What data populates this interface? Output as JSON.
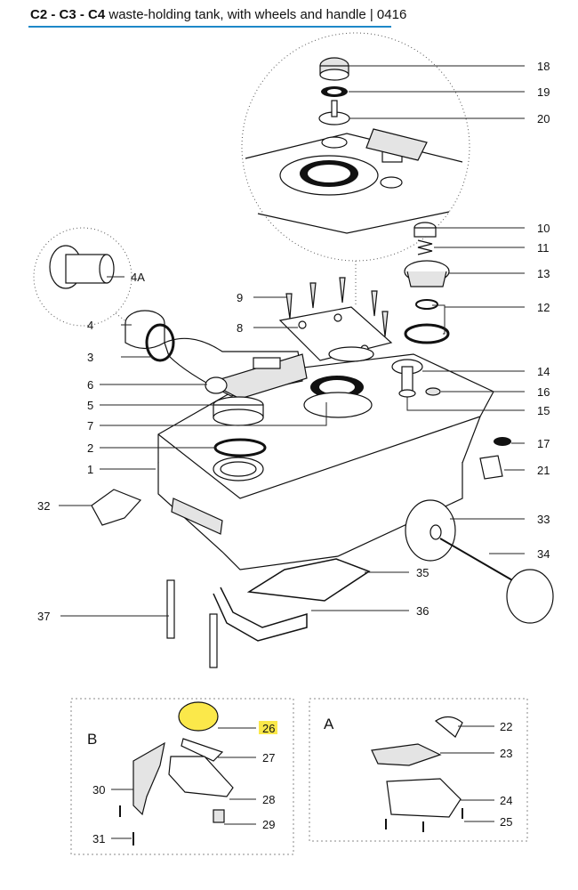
{
  "title": {
    "bold": "C2 - C3 - C4",
    "text": " waste-holding tank, with wheels and handle | 0416"
  },
  "colors": {
    "rule": "#1e88c8",
    "highlight": "#fbe84a"
  },
  "highlighted_part": "26",
  "callouts": [
    {
      "id": "18"
    },
    {
      "id": "19"
    },
    {
      "id": "20"
    },
    {
      "id": "4A"
    },
    {
      "id": "10"
    },
    {
      "id": "11"
    },
    {
      "id": "13"
    },
    {
      "id": "12"
    },
    {
      "id": "9"
    },
    {
      "id": "8"
    },
    {
      "id": "4"
    },
    {
      "id": "3"
    },
    {
      "id": "6"
    },
    {
      "id": "5"
    },
    {
      "id": "7"
    },
    {
      "id": "2"
    },
    {
      "id": "1"
    },
    {
      "id": "14"
    },
    {
      "id": "16"
    },
    {
      "id": "15"
    },
    {
      "id": "17"
    },
    {
      "id": "21"
    },
    {
      "id": "32"
    },
    {
      "id": "33"
    },
    {
      "id": "34"
    },
    {
      "id": "35"
    },
    {
      "id": "36"
    },
    {
      "id": "37"
    },
    {
      "id": "26"
    },
    {
      "id": "27"
    },
    {
      "id": "28"
    },
    {
      "id": "29"
    },
    {
      "id": "30"
    },
    {
      "id": "31"
    },
    {
      "id": "22"
    },
    {
      "id": "23"
    },
    {
      "id": "24"
    },
    {
      "id": "25"
    }
  ],
  "panels": {
    "b": "B",
    "a": "A"
  }
}
